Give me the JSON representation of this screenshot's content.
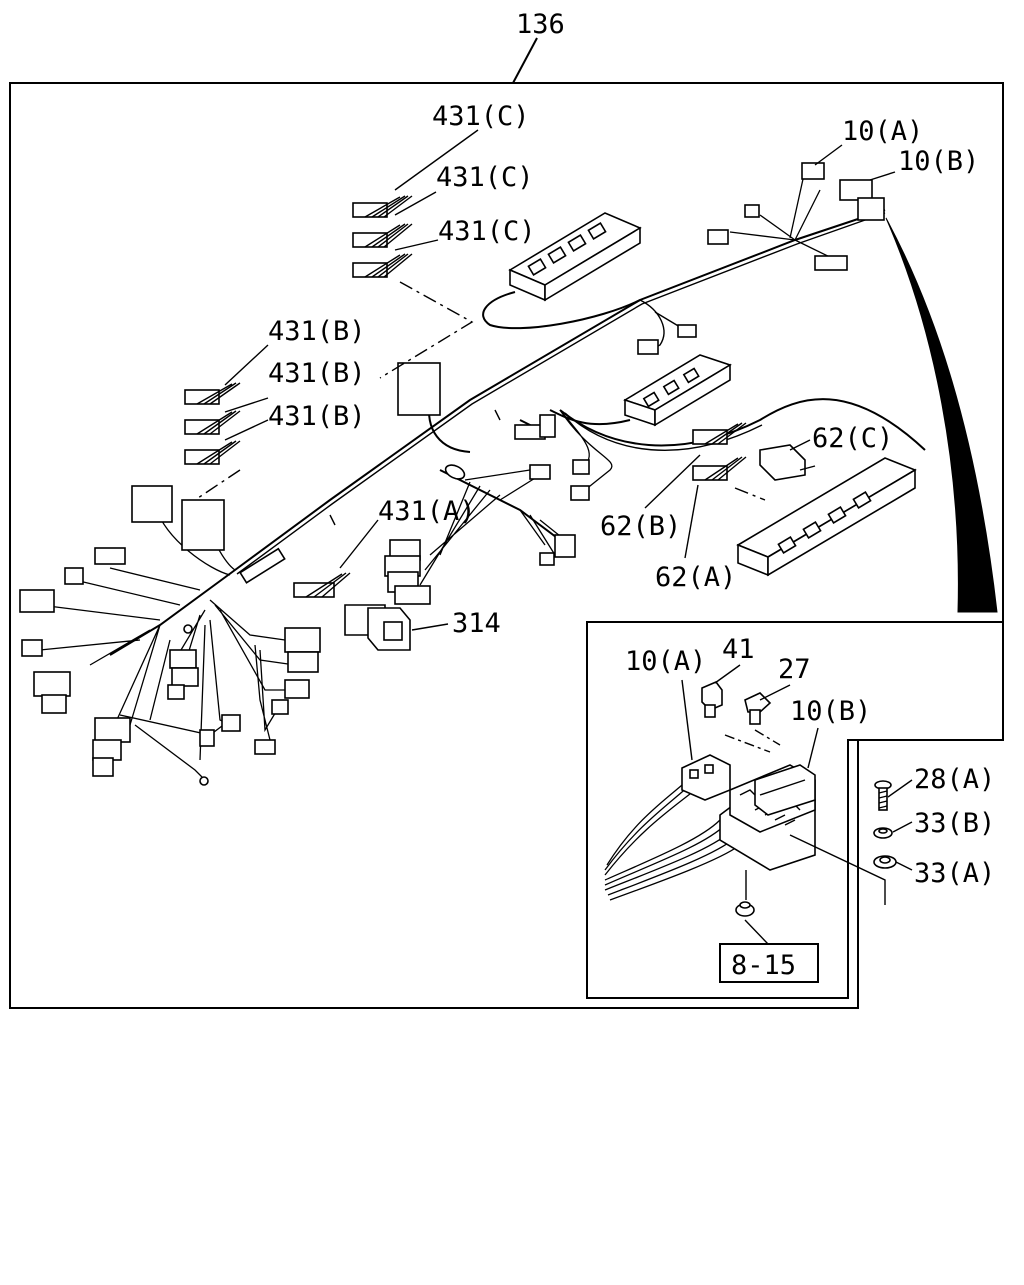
{
  "diagram": {
    "main_ref": "136",
    "labels": {
      "c1": "431(C)",
      "c2": "431(C)",
      "c3": "431(C)",
      "b1": "431(B)",
      "b2": "431(B)",
      "b3": "431(B)",
      "a1": "431(A)",
      "p314": "314",
      "r10a_top": "10(A)",
      "r10b_top": "10(B)",
      "r62c": "62(C)",
      "r62b": "62(B)",
      "r62a": "62(A)",
      "d10a": "10(A)",
      "d41": "41",
      "d27": "27",
      "d10b": "10(B)",
      "r28a": "28(A)",
      "r33b": "33(B)",
      "r33a": "33(A)",
      "ref_box": "8-15"
    }
  }
}
